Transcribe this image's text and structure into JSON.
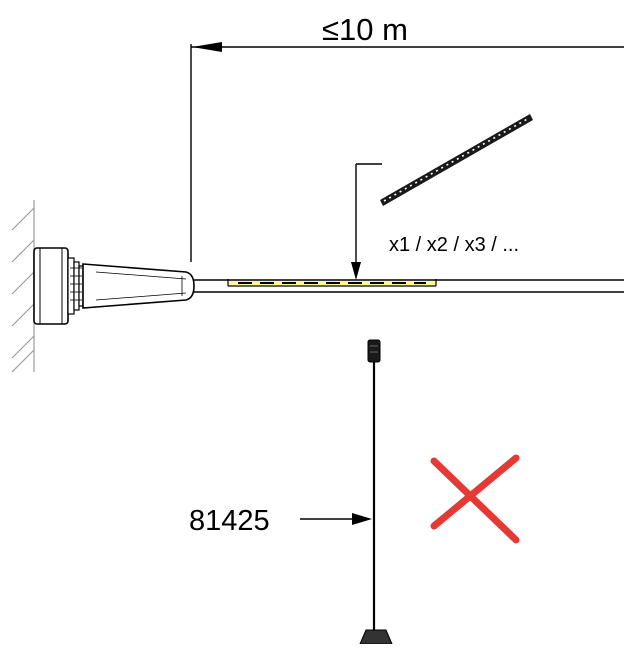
{
  "dimension": {
    "label": "≤10  m"
  },
  "strip": {
    "count_label": "x1 / x2 / x3 / ..."
  },
  "part": {
    "number": "81425"
  },
  "colors": {
    "line": "#000000",
    "led_highlight": "#fff59a",
    "cross": "#e53935",
    "wall_hatch": "#9e9e9e"
  }
}
